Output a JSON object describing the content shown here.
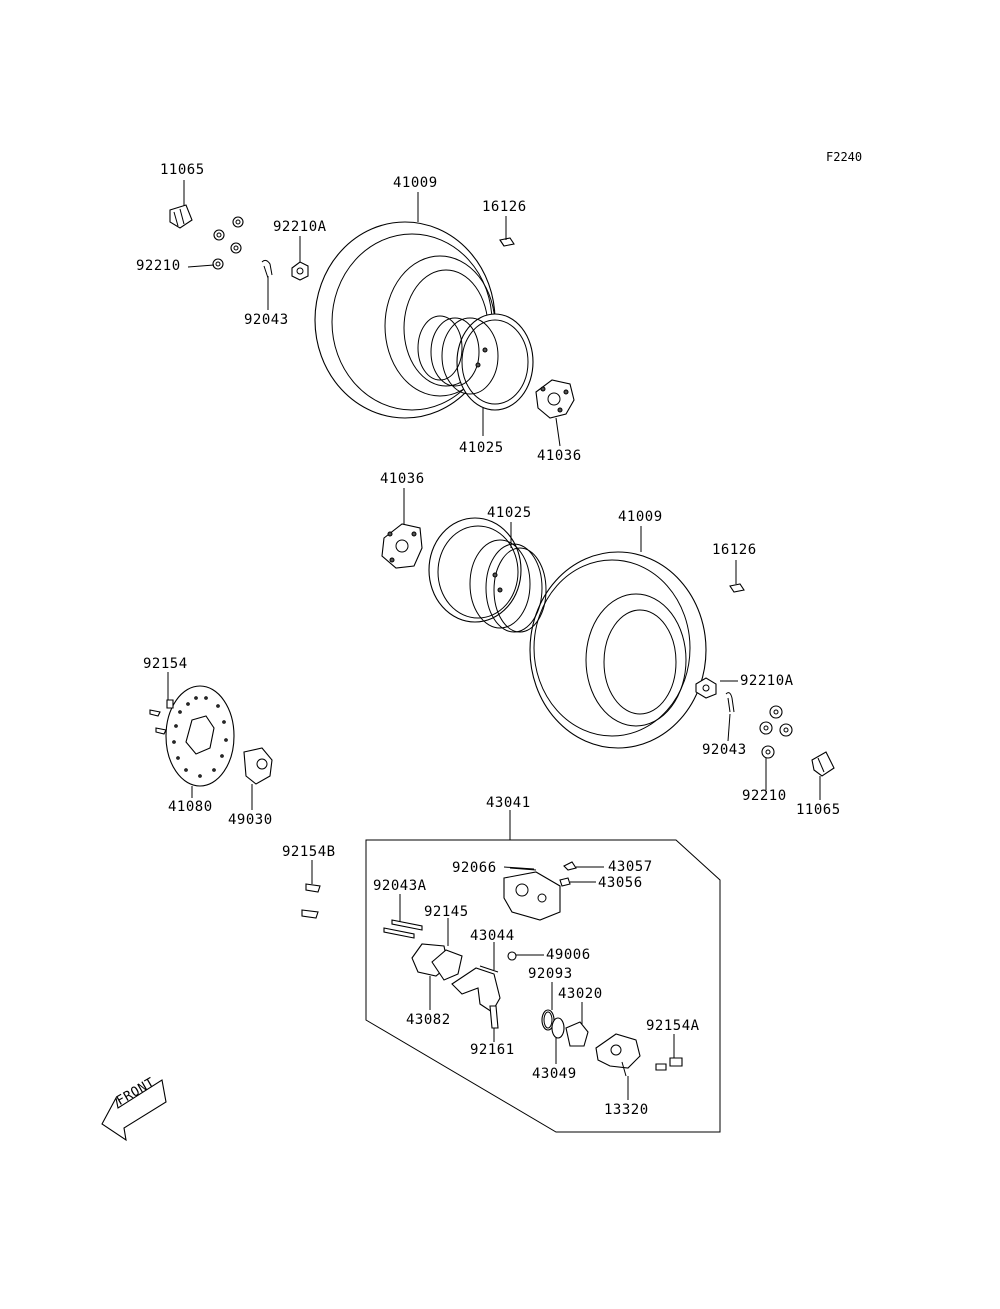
{
  "figure_code": "F2240",
  "front_label": "FRONT",
  "labels": {
    "l11065_a": "11065",
    "l41009_a": "41009",
    "l16126_a": "16126",
    "l92210A_a": "92210A",
    "l92210_a": "92210",
    "l92043_a": "92043",
    "l41025_a": "41025",
    "l41036_a": "41036",
    "l41036_b": "41036",
    "l41025_b": "41025",
    "l41009_b": "41009",
    "l16126_b": "16126",
    "l92154": "92154",
    "l92210A_b": "92210A",
    "l92043_b": "92043",
    "l92210_b": "92210",
    "l11065_b": "11065",
    "l41080": "41080",
    "l49030": "49030",
    "l43041": "43041",
    "l92154B": "92154B",
    "l92066": "92066",
    "l43057": "43057",
    "l43056": "43056",
    "l92043A": "92043A",
    "l92145": "92145",
    "l43044": "43044",
    "l49006": "49006",
    "l92093": "92093",
    "l43020": "43020",
    "l92154A": "92154A",
    "l43082": "43082",
    "l92161": "92161",
    "l43049": "43049",
    "l13320": "13320"
  }
}
